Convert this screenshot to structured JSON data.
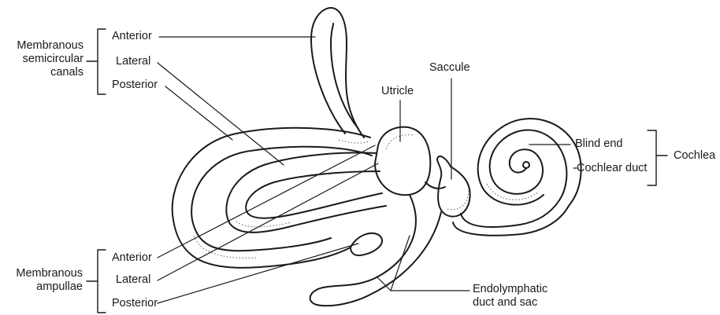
{
  "semicircular_canals": {
    "group_label": "Membranous\nsemicircular\ncanals",
    "anterior": "Anterior",
    "lateral": "Lateral",
    "posterior": "Posterior"
  },
  "ampullae": {
    "group_label": "Membranous\nampullae",
    "anterior": "Anterior",
    "lateral": "Lateral",
    "posterior": "Posterior"
  },
  "utricle": "Utricle",
  "saccule": "Saccule",
  "cochlea": {
    "group_label": "Cochlea",
    "blind_end": "Blind end",
    "cochlear_duct": "Cochlear duct"
  },
  "endolymphatic": "Endolymphatic\nduct and sac",
  "colors": {
    "ink": "#1a1a1a",
    "background": "#ffffff"
  }
}
